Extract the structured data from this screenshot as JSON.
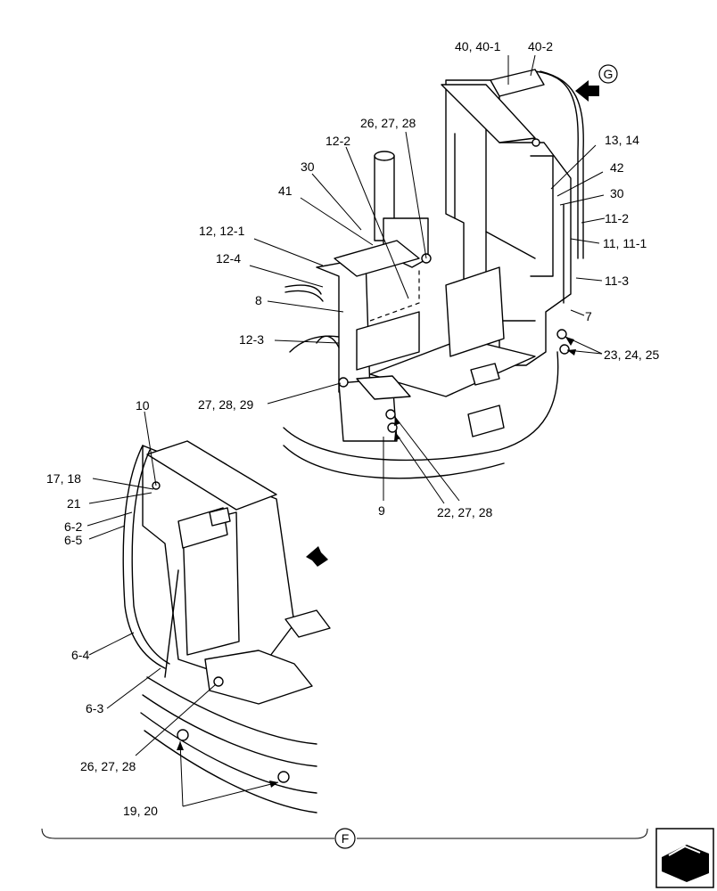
{
  "labels": {
    "l_40": "40, 40-1",
    "l_40_2": "40-2",
    "l_26a": "26, 27, 28",
    "l_12_2": "12-2",
    "l_30a": "30",
    "l_41": "41",
    "l_12": "12, 12-1",
    "l_12_4": "12-4",
    "l_8": "8",
    "l_12_3": "12-3",
    "l_27": "27, 28, 29",
    "l_13": "13, 14",
    "l_42": "42",
    "l_30b": "30",
    "l_11_2": "11-2",
    "l_11": "11, 11-1",
    "l_11_3": "11-3",
    "l_7": "7",
    "l_23": "23, 24, 25",
    "l_9": "9",
    "l_22": "22, 27, 28",
    "l_10": "10",
    "l_17": "17, 18",
    "l_21": "21",
    "l_6_2": "6-2",
    "l_6_5": "6-5",
    "l_6_4": "6-4",
    "l_6_3": "6-3",
    "l_26b": "26, 27, 28",
    "l_19": "19, 20"
  },
  "view_markers": {
    "g": "G",
    "f": "F"
  },
  "icons": {
    "corner": "book-arrow-icon",
    "direction": "view-direction-arrow-icon"
  }
}
